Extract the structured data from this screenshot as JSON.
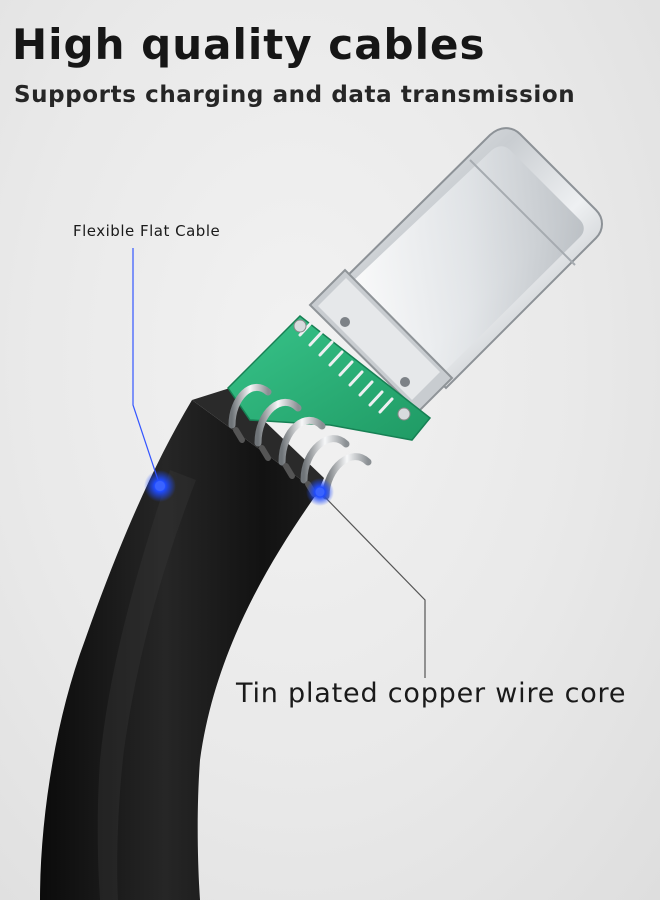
{
  "header": {
    "title": "High quality cables",
    "subtitle": "Supports charging and data transmission"
  },
  "callouts": {
    "flat_cable": "Flexible Flat Cable",
    "wire_core": "Tin plated copper wire core"
  },
  "colors": {
    "background": "#e9e9e9",
    "cable": "#141414",
    "pcb": "#2db37a",
    "connector": "#d9dde0",
    "marker": "#1f4bff"
  }
}
